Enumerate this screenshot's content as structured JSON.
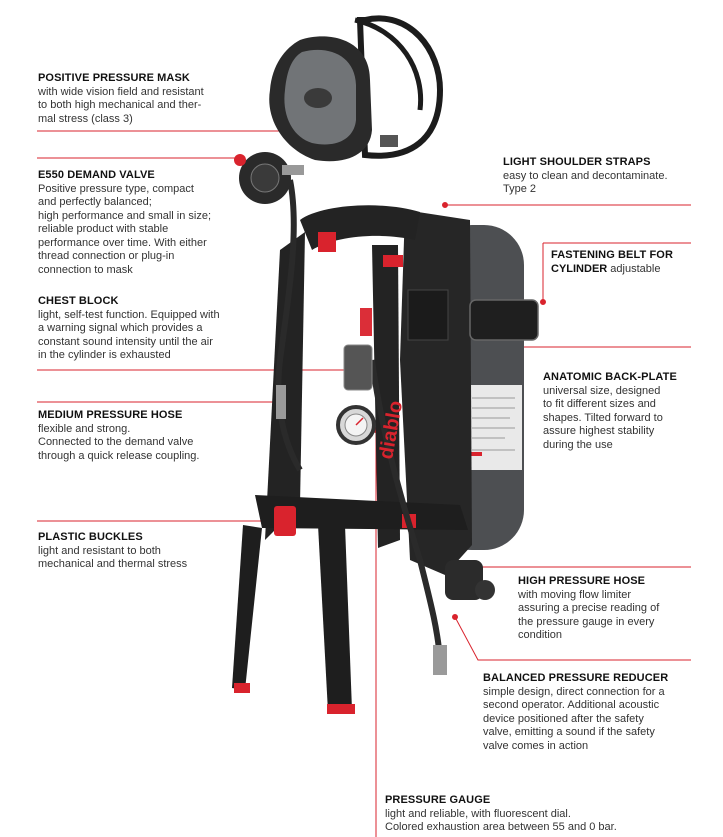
{
  "colors": {
    "accent": "#d9232d",
    "equipment": "#2a2a2a",
    "cylinder": "#4d4f52",
    "text": "#333333"
  },
  "brand_mark": "diablo",
  "labels": {
    "mask": {
      "title": "POSITIVE PRESSURE MASK",
      "body": "with wide vision field and resistant\nto both high mechanical and ther-\nmal stress (class 3)"
    },
    "demand_valve": {
      "title": "E550 DEMAND VALVE",
      "body": "Positive pressure type, compact\nand perfectly balanced;\nhigh performance and small in size;\nreliable product with stable\nperformance over time. With either\nthread connection or plug-in\nconnection to mask"
    },
    "chest_block": {
      "title": "CHEST BLOCK",
      "body": "light, self-test function. Equipped with\na warning signal which provides a\nconstant sound intensity until the air\nin the cylinder is exhausted"
    },
    "medium_hose": {
      "title": "MEDIUM PRESSURE HOSE",
      "body": "flexible and strong.\nConnected to the demand valve\nthrough a quick release coupling."
    },
    "plastic_buckles": {
      "title": "PLASTIC BUCKLES",
      "body": "light and resistant to both\nmechanical and thermal stress"
    },
    "shoulder_straps": {
      "title": "LIGHT SHOULDER STRAPS",
      "body": "easy to clean and decontaminate.\nType 2"
    },
    "fastening_belt": {
      "title_line1": "FASTENING BELT FOR",
      "title_line2": "CYLINDER",
      "suffix": " adjustable"
    },
    "back_plate": {
      "title": "ANATOMIC BACK-PLATE",
      "body": "universal size, designed\nto fit different sizes and\nshapes. Tilted forward to\nassure highest stability\nduring the use"
    },
    "high_hose": {
      "title": "HIGH PRESSURE HOSE",
      "body": "with moving flow limiter\nassuring a precise reading of\nthe pressure gauge in every\ncondition"
    },
    "reducer": {
      "title": "BALANCED PRESSURE REDUCER",
      "body": "simple design, direct connection for a\nsecond operator. Additional acoustic\ndevice positioned after the safety\nvalve, emitting a sound if the safety\nvalve comes in action"
    },
    "gauge": {
      "title": "PRESSURE GAUGE",
      "body": "light and reliable, with fluorescent dial.\nColored exhaustion area between 55 and 0 bar."
    }
  }
}
